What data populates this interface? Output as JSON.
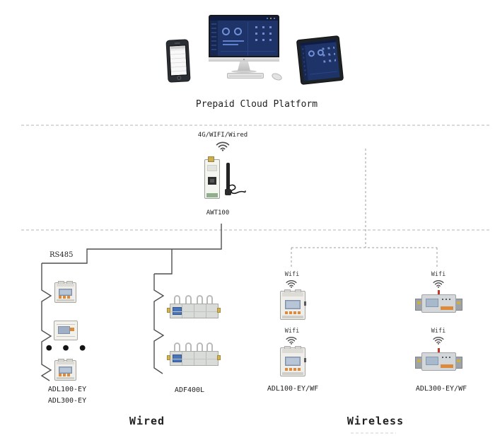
{
  "platform": {
    "label": "Prepaid Cloud Platform"
  },
  "gateway": {
    "uplink_label": "4G/WIFI/Wired",
    "name": "AWT100"
  },
  "wired": {
    "bus_label": "RS485",
    "meter_stack_label_1": "ADL100-EY",
    "meter_stack_label_2": "ADL300-EY",
    "ellipsis": "● ● ●",
    "adf_label": "ADF400L",
    "section_label": "Wired"
  },
  "wireless": {
    "wifi_label": "Wifi",
    "adl100_label": "ADL100-EY/WF",
    "adl300_label": "ADL300-EY/WF",
    "section_label": "Wireless"
  },
  "colors": {
    "screen_navy": "#1c2f63",
    "accent_blue": "#6f8fd8",
    "line_solid": "#4f4f4f",
    "line_dashed": "#b5b5b5",
    "terminal_orange": "#dd8a3a",
    "antenna_red": "#c0392b",
    "connector_yellow": "#c9ad4e",
    "terminal_green": "#8fae8b"
  }
}
